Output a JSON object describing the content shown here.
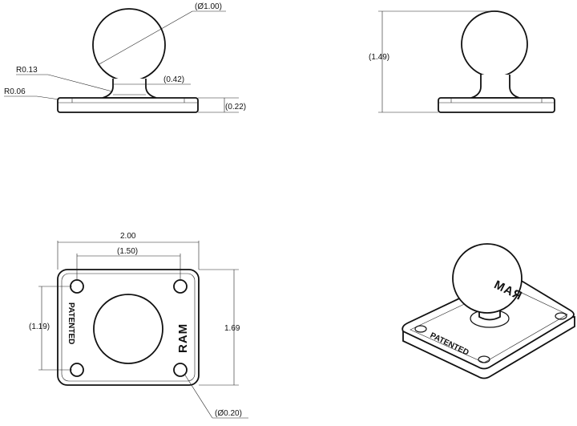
{
  "dimensions": {
    "ball_diameter": "(Ø1.00)",
    "corner_radius_neck": "R0.13",
    "neck_width": "(0.42)",
    "corner_radius_base": "R0.06",
    "base_thickness": "(0.22)",
    "total_height": "(1.49)",
    "base_width": "2.00",
    "hole_spacing_x": "(1.50)",
    "hole_spacing_y": "(1.19)",
    "base_depth": "1.69",
    "hole_diameter": "(Ø0.20)"
  },
  "plate_text": {
    "patented": "PATENTED",
    "brand": "RAM"
  },
  "colors": {
    "line": "#111111",
    "background": "#ffffff"
  }
}
